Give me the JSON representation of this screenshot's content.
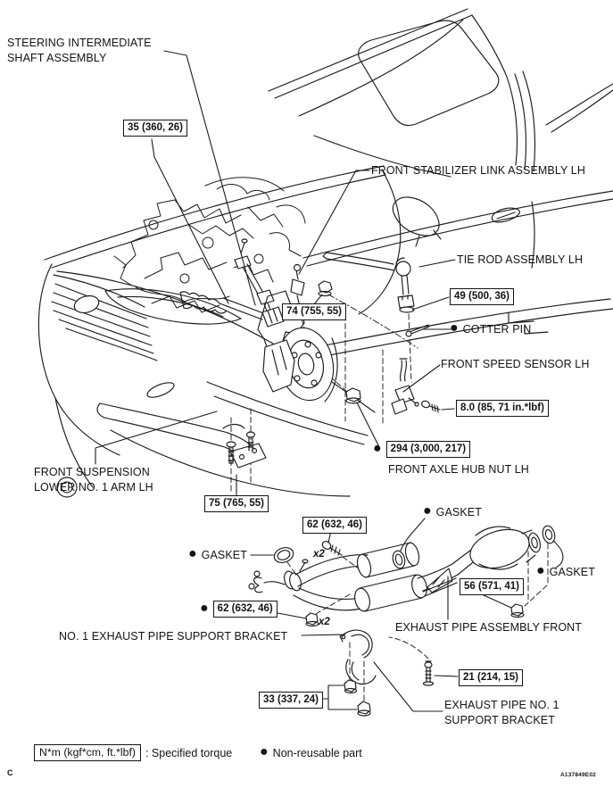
{
  "glyphs": {
    "bullet": "●"
  },
  "labels": {
    "steering_shaft": "STEERING INTERMEDIATE SHAFT ASSEMBLY",
    "stabilizer_link": "FRONT STABILIZER LINK ASSEMBLY LH",
    "tie_rod": "TIE ROD ASSEMBLY LH",
    "cotter_pin": "COTTER PIN",
    "speed_sensor": "FRONT SPEED SENSOR LH",
    "axle_hub_nut": "FRONT AXLE HUB NUT LH",
    "lower_arm": "FRONT SUSPENSION LOWER NO. 1 ARM LH",
    "gasket": "GASKET",
    "exhaust_front": "EXHAUST PIPE ASSEMBLY FRONT",
    "no1_support_bracket": "NO. 1 EXHAUST PIPE SUPPORT BRACKET",
    "exhaust_no1_bracket": "EXHAUST PIPE NO. 1 SUPPORT BRACKET",
    "x2": "x2"
  },
  "torques": {
    "t35": "35 (360, 26)",
    "t74": "74 (755, 55)",
    "t49": "49 (500, 36)",
    "t8": "8.0 (85, 71 in.*lbf)",
    "t294": "294 (3,000, 217)",
    "t75": "75 (765, 55)",
    "t62": "62 (632, 46)",
    "t56": "56 (571, 41)",
    "t33": "33 (337, 24)",
    "t21": "21 (214, 15)"
  },
  "legend": {
    "torque_box_label": "N*m (kgf*cm, ft.*lbf)",
    "torque_caption": ": Specified torque",
    "nonreusable_caption": "Non-reusable part"
  },
  "footer": {
    "page_letter": "C",
    "ref_code": "A137849E02"
  }
}
